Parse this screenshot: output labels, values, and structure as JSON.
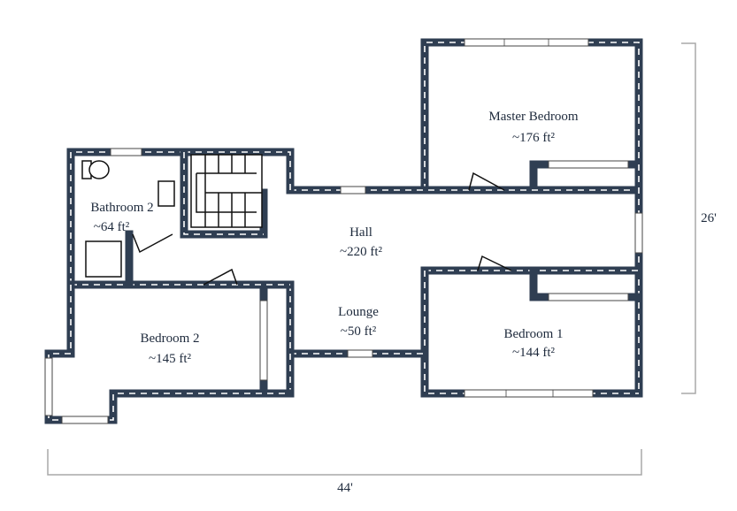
{
  "plan": {
    "colors": {
      "wall": "#2f3e52",
      "dimension": "#a8a8a8",
      "text": "#1e2a3c"
    },
    "rooms": [
      {
        "name": "Master Bedroom",
        "area": "~176 ft²"
      },
      {
        "name": "Bathroom 2",
        "area": "~64 ft²"
      },
      {
        "name": "Hall",
        "area": "~220 ft²"
      },
      {
        "name": "Lounge",
        "area": "~50 ft²"
      },
      {
        "name": "Bedroom 2",
        "area": "~145 ft²"
      },
      {
        "name": "Bedroom 1",
        "area": "~144 ft²"
      }
    ],
    "dimensions": {
      "width": "44'",
      "height": "26'"
    }
  }
}
